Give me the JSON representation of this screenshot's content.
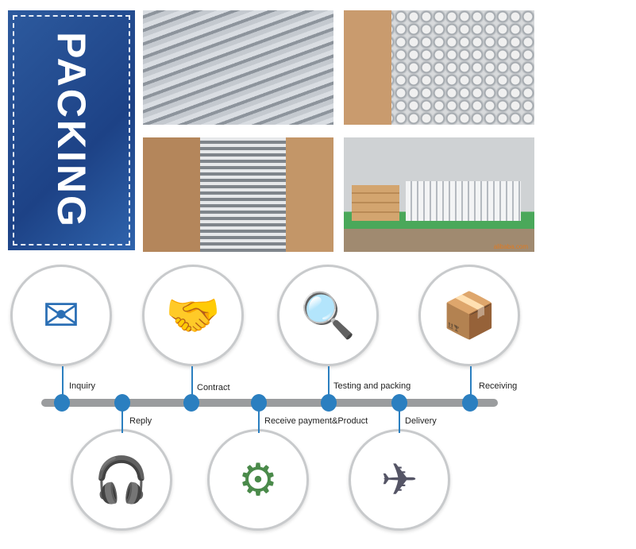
{
  "packing_title": "PACKING",
  "watermark": "alibaba.com",
  "steps": [
    {
      "label": "Inquiry",
      "icon": "envelope-icon"
    },
    {
      "label": "Reply",
      "icon": "call-center-icon"
    },
    {
      "label": "Contract",
      "icon": "handshake-icon"
    },
    {
      "label": "Receive payment&Product",
      "icon": "money-gears-icon"
    },
    {
      "label": "Testing and packing",
      "icon": "magnifier-icon"
    },
    {
      "label": "Delivery",
      "icon": "plane-ship-icon"
    },
    {
      "label": "Receiving",
      "icon": "container-boxes-icon"
    }
  ],
  "colors": {
    "accent": "#2b7fc0",
    "packing_bg": "#1d4286",
    "bar": "#9a9c9e"
  }
}
